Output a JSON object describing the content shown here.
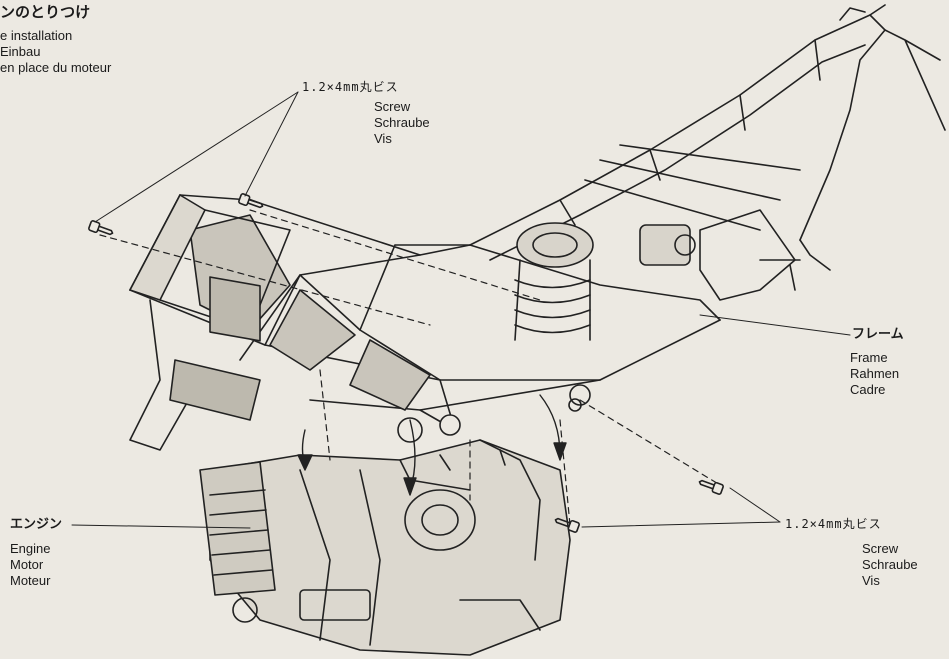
{
  "heading": {
    "jp": "ンのとりつけ",
    "en": "e installation",
    "de": "Einbau",
    "fr": "en place du moteur"
  },
  "callouts": {
    "top_screw": {
      "spec": "1.2×4mm丸ビス",
      "en": "Screw",
      "de": "Schraube",
      "fr": "Vis"
    },
    "frame": {
      "jp": "フレーム",
      "en": "Frame",
      "de": "Rahmen",
      "fr": "Cadre"
    },
    "engine": {
      "jp": "エンジン",
      "en": "Engine",
      "de": "Motor",
      "fr": "Moteur"
    },
    "bottom_screw": {
      "spec": "1.2×4mm丸ビス",
      "en": "Screw",
      "de": "Schraube",
      "fr": "Vis"
    }
  }
}
